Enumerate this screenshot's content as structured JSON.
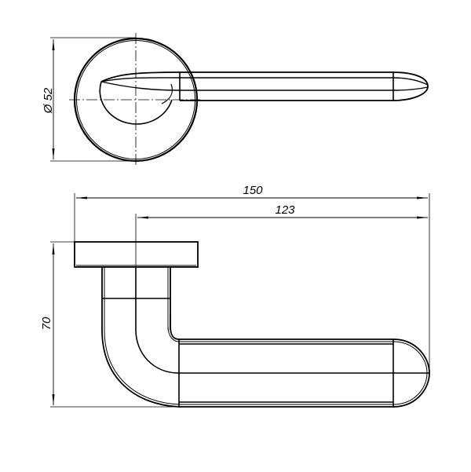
{
  "drawing": {
    "top_view": {
      "diameter_label": "Ø 52"
    },
    "side_view": {
      "overall_length_label": "150",
      "lever_length_label": "123",
      "height_label": "70"
    }
  },
  "colors": {
    "line": "#000000",
    "background": "#ffffff"
  }
}
